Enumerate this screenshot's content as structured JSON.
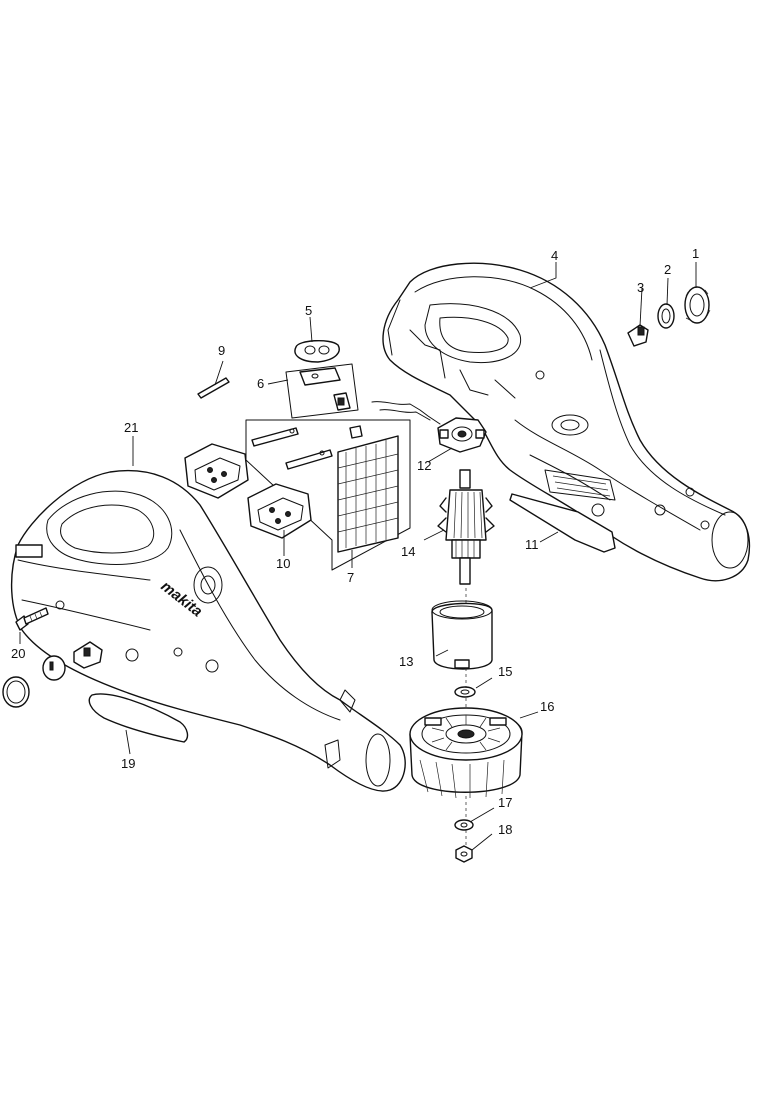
{
  "diagram": {
    "type": "exploded-parts-view",
    "brand_mark": "makita",
    "callouts": [
      {
        "id": "1",
        "label": "1"
      },
      {
        "id": "2",
        "label": "2"
      },
      {
        "id": "3",
        "label": "3"
      },
      {
        "id": "4",
        "label": "4"
      },
      {
        "id": "5",
        "label": "5"
      },
      {
        "id": "6",
        "label": "6"
      },
      {
        "id": "7",
        "label": "7"
      },
      {
        "id": "9",
        "label": "9"
      },
      {
        "id": "10",
        "label": "10"
      },
      {
        "id": "11",
        "label": "11"
      },
      {
        "id": "12",
        "label": "12"
      },
      {
        "id": "13",
        "label": "13"
      },
      {
        "id": "14",
        "label": "14"
      },
      {
        "id": "15",
        "label": "15"
      },
      {
        "id": "16",
        "label": "16"
      },
      {
        "id": "17",
        "label": "17"
      },
      {
        "id": "18",
        "label": "18"
      },
      {
        "id": "19",
        "label": "19"
      },
      {
        "id": "20",
        "label": "20"
      },
      {
        "id": "21",
        "label": "21"
      }
    ]
  }
}
